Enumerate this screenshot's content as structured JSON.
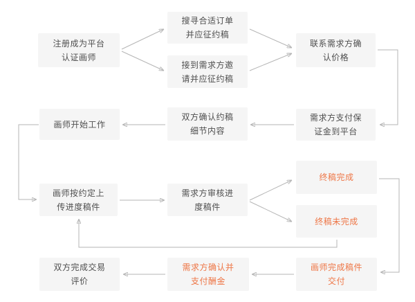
{
  "colors": {
    "background": "#ffffff",
    "box_bg": "#f5f5f5",
    "text": "#4f4f4f",
    "accent": "#ee7646",
    "line": "#b5b5b5",
    "arrowhead": "#8c8c8c"
  },
  "flowchart": {
    "nodes": [
      {
        "id": "register",
        "line1": "注册成为平台",
        "line2": "认证画师",
        "highlight": false
      },
      {
        "id": "search-orders",
        "line1": "搜寻合适订单",
        "line2": "并应征约稿",
        "highlight": false
      },
      {
        "id": "receive-invite",
        "line1": "接到需求方邀",
        "line2": "请并应征约稿",
        "highlight": false
      },
      {
        "id": "confirm-price",
        "line1": "联系需求方确",
        "line2": "认价格",
        "highlight": false
      },
      {
        "id": "pay-deposit",
        "line1": "需求方支付保",
        "line2": "证金到平台",
        "highlight": false
      },
      {
        "id": "confirm-details",
        "line1": "双方确认约稿",
        "line2": "细节内容",
        "highlight": false
      },
      {
        "id": "start-work",
        "line1": "画师开始工作",
        "highlight": false
      },
      {
        "id": "upload-progress",
        "line1": "画师按约定上",
        "line2": "传进度稿件",
        "highlight": false
      },
      {
        "id": "review-progress",
        "line1": "需求方审核进",
        "line2": "度稿件",
        "highlight": false
      },
      {
        "id": "final-done",
        "line1": "终稿完成",
        "highlight": true
      },
      {
        "id": "final-not-done",
        "line1": "终稿未完成",
        "highlight": true
      },
      {
        "id": "deliver-work",
        "line1": "画师完成稿件",
        "line2": "交付",
        "highlight": true
      },
      {
        "id": "pay-fee",
        "line1": "需求方确认并",
        "line2": "支付酬金",
        "highlight": true
      },
      {
        "id": "evaluate",
        "line1": "双方完成交易",
        "line2": "评价",
        "highlight": false
      }
    ],
    "edges": [
      {
        "from": "register",
        "to": "search-orders"
      },
      {
        "from": "register",
        "to": "receive-invite"
      },
      {
        "from": "search-orders",
        "to": "confirm-price"
      },
      {
        "from": "receive-invite",
        "to": "confirm-price"
      },
      {
        "from": "confirm-price",
        "to": "pay-deposit"
      },
      {
        "from": "pay-deposit",
        "to": "confirm-details"
      },
      {
        "from": "confirm-details",
        "to": "start-work"
      },
      {
        "from": "start-work",
        "to": "upload-progress"
      },
      {
        "from": "upload-progress",
        "to": "review-progress"
      },
      {
        "from": "review-progress",
        "to": "final-done"
      },
      {
        "from": "review-progress",
        "to": "final-not-done"
      },
      {
        "from": "final-not-done",
        "to": "upload-progress"
      },
      {
        "from": "final-done",
        "to": "deliver-work"
      },
      {
        "from": "deliver-work",
        "to": "pay-fee"
      },
      {
        "from": "pay-fee",
        "to": "evaluate"
      }
    ]
  }
}
